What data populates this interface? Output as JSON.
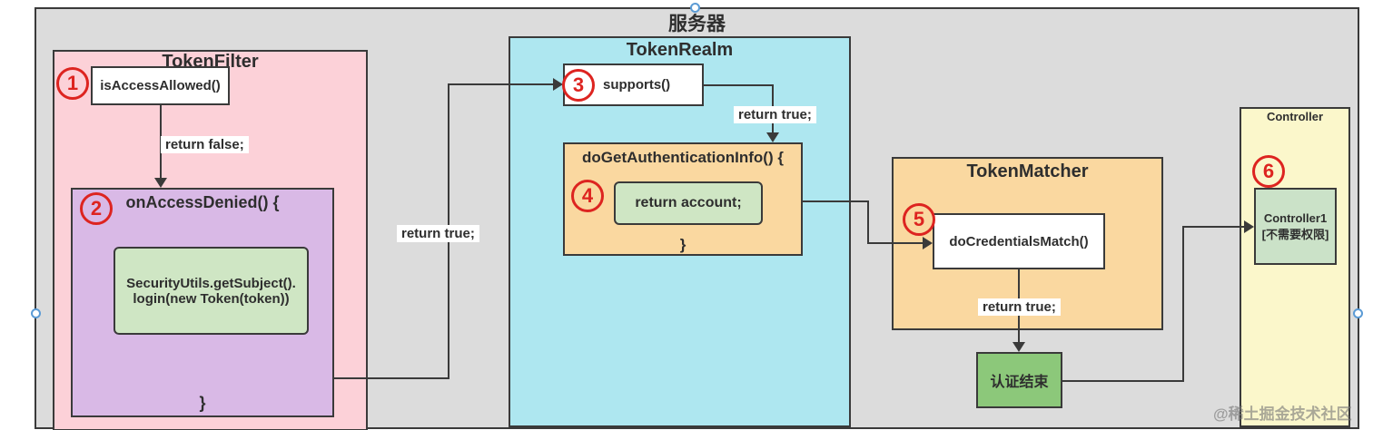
{
  "server": {
    "title": "服务器"
  },
  "token_filter": {
    "title": "TokenFilter",
    "step1": "1",
    "is_access_allowed": "isAccessAllowed()",
    "return_false": "return false;",
    "step2": "2",
    "on_access_denied": "onAccessDenied() {",
    "login_line1": "SecurityUtils.getSubject().",
    "login_line2": "login(new Token(token))",
    "closing_brace": "}",
    "return_true": "return true;"
  },
  "token_realm": {
    "title": "TokenRealm",
    "step3": "3",
    "supports": "supports()",
    "return_true": "return true;",
    "do_get_authentication_info": "doGetAuthenticationInfo() {",
    "step4": "4",
    "return_account": "return account;",
    "closing_brace": "}"
  },
  "token_matcher": {
    "title": "TokenMatcher",
    "step5": "5",
    "do_credentials_match": "doCredentialsMatch()",
    "return_true": "return true;"
  },
  "auth_end": {
    "label": "认证结束"
  },
  "controller": {
    "title": "Controller",
    "step6": "6",
    "controller1_line1": "Controller1",
    "controller1_line2": "[不需要权限]"
  },
  "watermark": "@稀土掘金技术社区",
  "colors": {
    "server_bg": "#dcdcdc",
    "token_filter_bg": "#fcd1d8",
    "on_access_denied_bg": "#d9b9e6",
    "token_realm_bg": "#aee7f0",
    "orange_bg": "#fad8a0",
    "inner_green_bg": "#cfe6c4",
    "auth_end_bg": "#8cc87a",
    "controller_bg": "#fbf7cb",
    "controller1_bg": "#cbe2c8",
    "step_red": "#dd2420",
    "border": "#3a3a3a"
  }
}
